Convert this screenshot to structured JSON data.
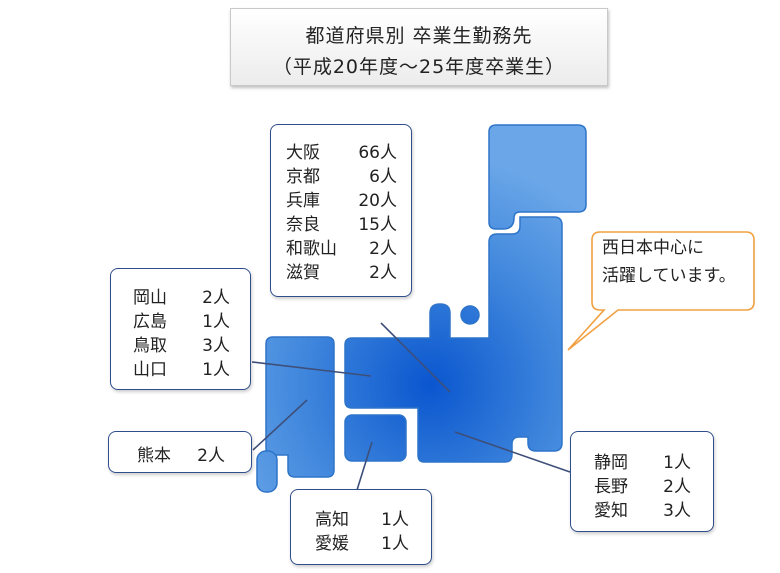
{
  "title": {
    "line1": "都道府県別 卒業生勤務先",
    "line2": "（平成20年度〜25年度卒業生）"
  },
  "speech_bubble": {
    "line1": "西日本中心に",
    "line2": "活躍しています。"
  },
  "kinki": [
    {
      "name": "大阪",
      "count": "66人"
    },
    {
      "name": "京都",
      "count": "6人"
    },
    {
      "name": "兵庫",
      "count": "20人"
    },
    {
      "name": "奈良",
      "count": "15人"
    },
    {
      "name": "和歌山",
      "count": "2人"
    },
    {
      "name": "滋賀",
      "count": "2人"
    }
  ],
  "chugoku": [
    {
      "name": "岡山",
      "count": "2人"
    },
    {
      "name": "広島",
      "count": "1人"
    },
    {
      "name": "鳥取",
      "count": "3人"
    },
    {
      "name": "山口",
      "count": "1人"
    }
  ],
  "kyushu": [
    {
      "name": "熊本",
      "count": "2人"
    }
  ],
  "shikoku": [
    {
      "name": "高知",
      "count": "1人"
    },
    {
      "name": "愛媛",
      "count": "1人"
    }
  ],
  "chubu": [
    {
      "name": "静岡",
      "count": "1人"
    },
    {
      "name": "長野",
      "count": "2人"
    },
    {
      "name": "愛知",
      "count": "3人"
    }
  ],
  "colors": {
    "map_light": "#6aa6e8",
    "map_dark": "#0a56cf",
    "box_border": "#2f4f8c",
    "leader_line": "#3d4f7a",
    "speech_border": "#f0a040"
  }
}
